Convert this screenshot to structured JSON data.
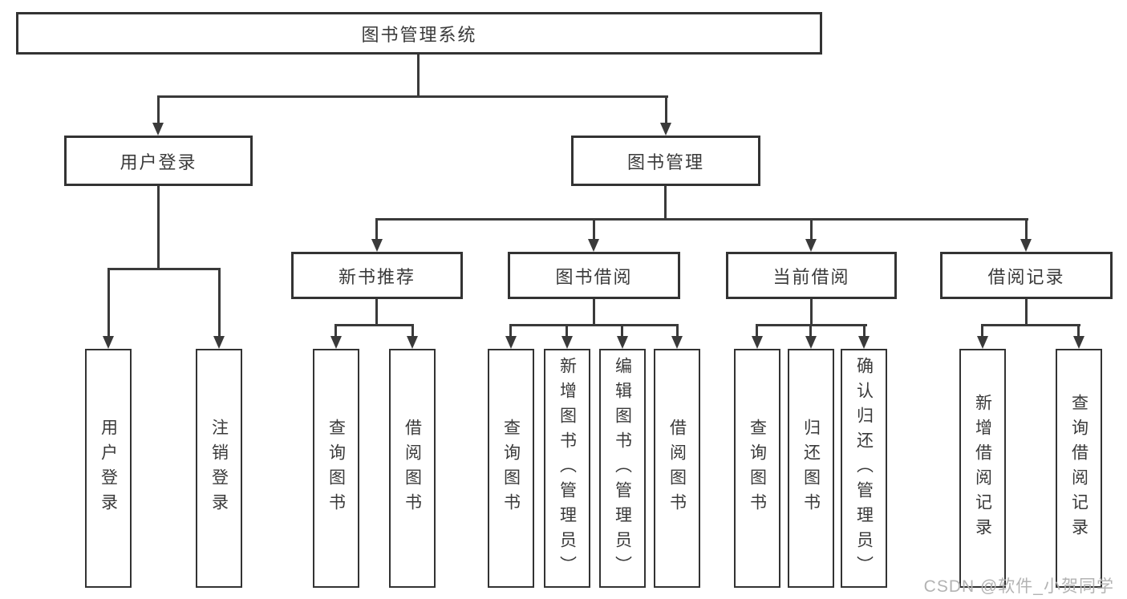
{
  "diagram": {
    "root": {
      "label": "图书管理系统"
    },
    "level1": [
      {
        "label": "用户登录"
      },
      {
        "label": "图书管理"
      }
    ],
    "level2": [
      {
        "label": "新书推荐"
      },
      {
        "label": "图书借阅"
      },
      {
        "label": "当前借阅"
      },
      {
        "label": "借阅记录"
      }
    ],
    "leaves": {
      "user_login": [
        "用户登录",
        "注销登录"
      ],
      "new_book": [
        "查询图书",
        "借阅图书"
      ],
      "book_borrow": [
        "查询图书",
        "新增图书（管理员）",
        "编辑图书（管理员）",
        "借阅图书"
      ],
      "current_borrow": [
        "查询图书",
        "归还图书",
        "确认归还（管理员）"
      ],
      "borrow_records": [
        "新增借阅记录",
        "查询借阅记录"
      ]
    }
  },
  "watermark": {
    "text": "CSDN @软件_小贺同学"
  },
  "colors": {
    "line": "#3a3a3a",
    "border": "#333333",
    "text": "#3a3a3a",
    "background": "#ffffff"
  }
}
